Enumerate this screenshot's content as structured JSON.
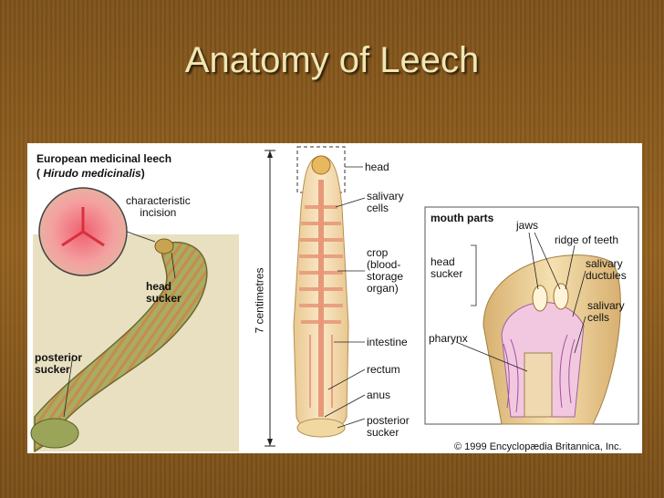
{
  "slide": {
    "title": "Anatomy of Leech"
  },
  "figure": {
    "caption_line1": "European medicinal leech",
    "caption_paren_open": "( ",
    "caption_latin": "Hirudo medicinalis",
    "caption_paren_close": ")",
    "left_labels": {
      "incision": "characteristic\nincision",
      "head_sucker": "head\nsucker",
      "posterior_sucker": "posterior\nsucker"
    },
    "scale_label": "7 centimetres",
    "middle_labels": {
      "head": "head",
      "salivary_cells": "salivary\ncells",
      "crop": "crop\n(blood-\nstorage\norgan)",
      "intestine": "intestine",
      "rectum": "rectum",
      "anus": "anus",
      "posterior_sucker": "posterior\nsucker"
    },
    "mouth_panel": {
      "title": "mouth parts",
      "jaws": "jaws",
      "ridge_of_teeth": "ridge of teeth",
      "head_sucker": "head\nsucker",
      "salivary_ductules": "salivary\nductules",
      "salivary_cells": "salivary\ncells",
      "pharynx": "pharynx"
    },
    "credit": "© 1999 Encyclopædia Britannica, Inc."
  },
  "colors": {
    "background": "#8a5a1e",
    "title": "#f0e6b4",
    "leech_green": "#9aa55a",
    "leech_stripe": "#c07a3a",
    "incision_pink": "#f08a8a",
    "body_beige": "#f3dcb4",
    "pharynx_purple": "#b070b0"
  }
}
